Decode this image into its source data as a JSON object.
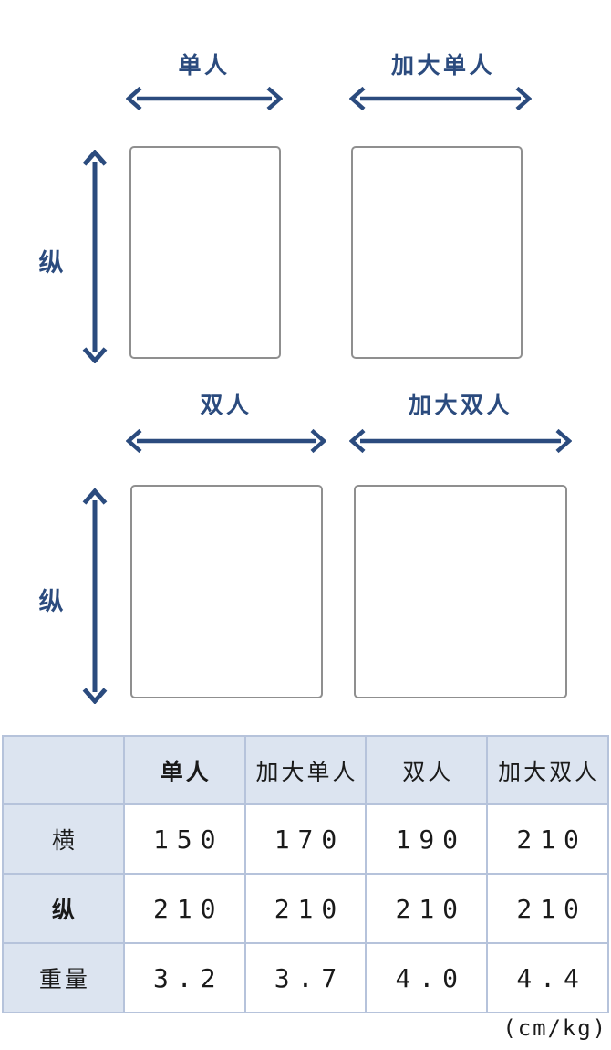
{
  "colors": {
    "navy": "#2b4b7e",
    "rect_border": "#8f8f8f",
    "table_border": "#b6c3db",
    "table_header_bg": "#dce4f0",
    "text": "#1a1a1a"
  },
  "diagram": {
    "vertical_label": "纵",
    "sections": [
      {
        "beds": [
          {
            "label": "单人"
          },
          {
            "label": "加大单人"
          }
        ]
      },
      {
        "beds": [
          {
            "label": "双人"
          },
          {
            "label": "加大双人"
          }
        ]
      }
    ]
  },
  "table": {
    "column_headers": [
      "单人",
      "加大单人",
      "双人",
      "加大双人"
    ],
    "rows": [
      {
        "header": "横",
        "values": [
          "150",
          "170",
          "190",
          "210"
        ]
      },
      {
        "header": "纵",
        "values": [
          "210",
          "210",
          "210",
          "210"
        ]
      },
      {
        "header": "重量",
        "values": [
          "3.2",
          "3.7",
          "4.0",
          "4.4"
        ]
      }
    ],
    "units_note": "(cm/kg)"
  }
}
